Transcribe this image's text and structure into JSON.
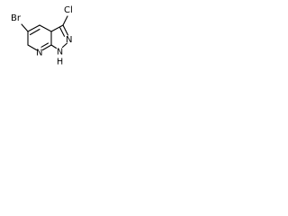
{
  "structure": {
    "atoms": {
      "bromine": "Br",
      "chlorine": "Cl",
      "pyridine_nitrogen": "N",
      "pyrazole_nitrogen": "N",
      "pyrazole_nh_nitrogen": "N",
      "pyrazole_nh_hydrogen": "H"
    },
    "colors": {
      "bond": "#000000",
      "label": "#000000",
      "background": "#ffffff"
    }
  }
}
